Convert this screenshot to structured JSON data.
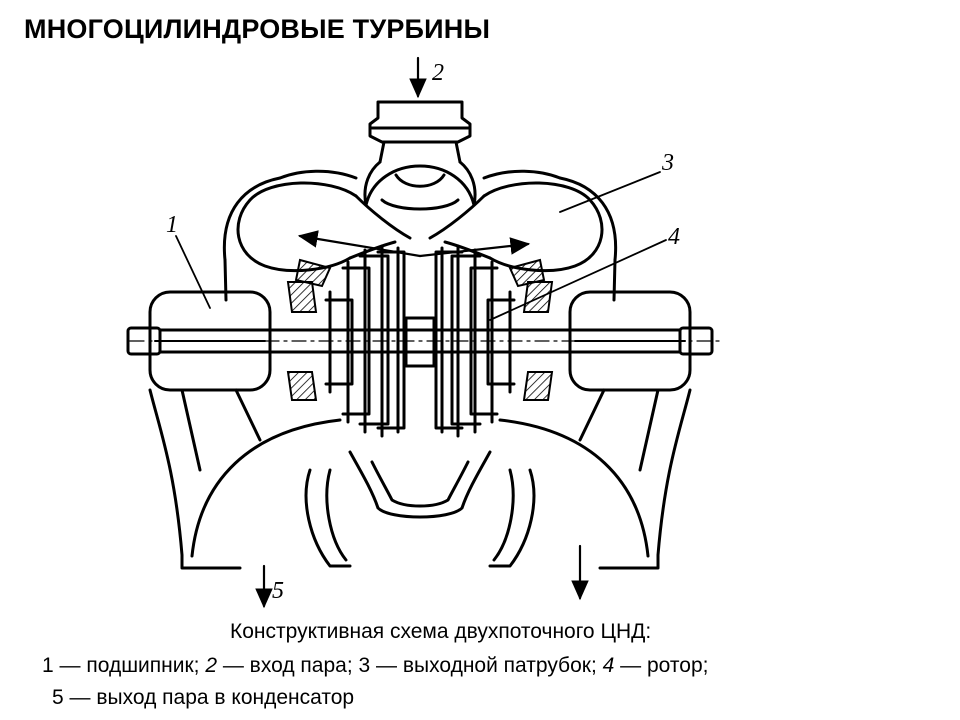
{
  "title": "МНОГОЦИЛИНДРОВЫЕ ТУРБИНЫ",
  "diagram": {
    "callouts": {
      "c1": "1",
      "c2": "2",
      "c3": "3",
      "c4": "4",
      "c5": "5"
    }
  },
  "caption": {
    "line1": "Конструктивная схема двухпоточного ЦНД:",
    "line2_parts": [
      "1 — подшипник; ",
      "2",
      " — вход пара; 3 — выходной патрубок; ",
      "4",
      " — ротор;"
    ],
    "line3": "5 — выход пара в конденсатор"
  }
}
